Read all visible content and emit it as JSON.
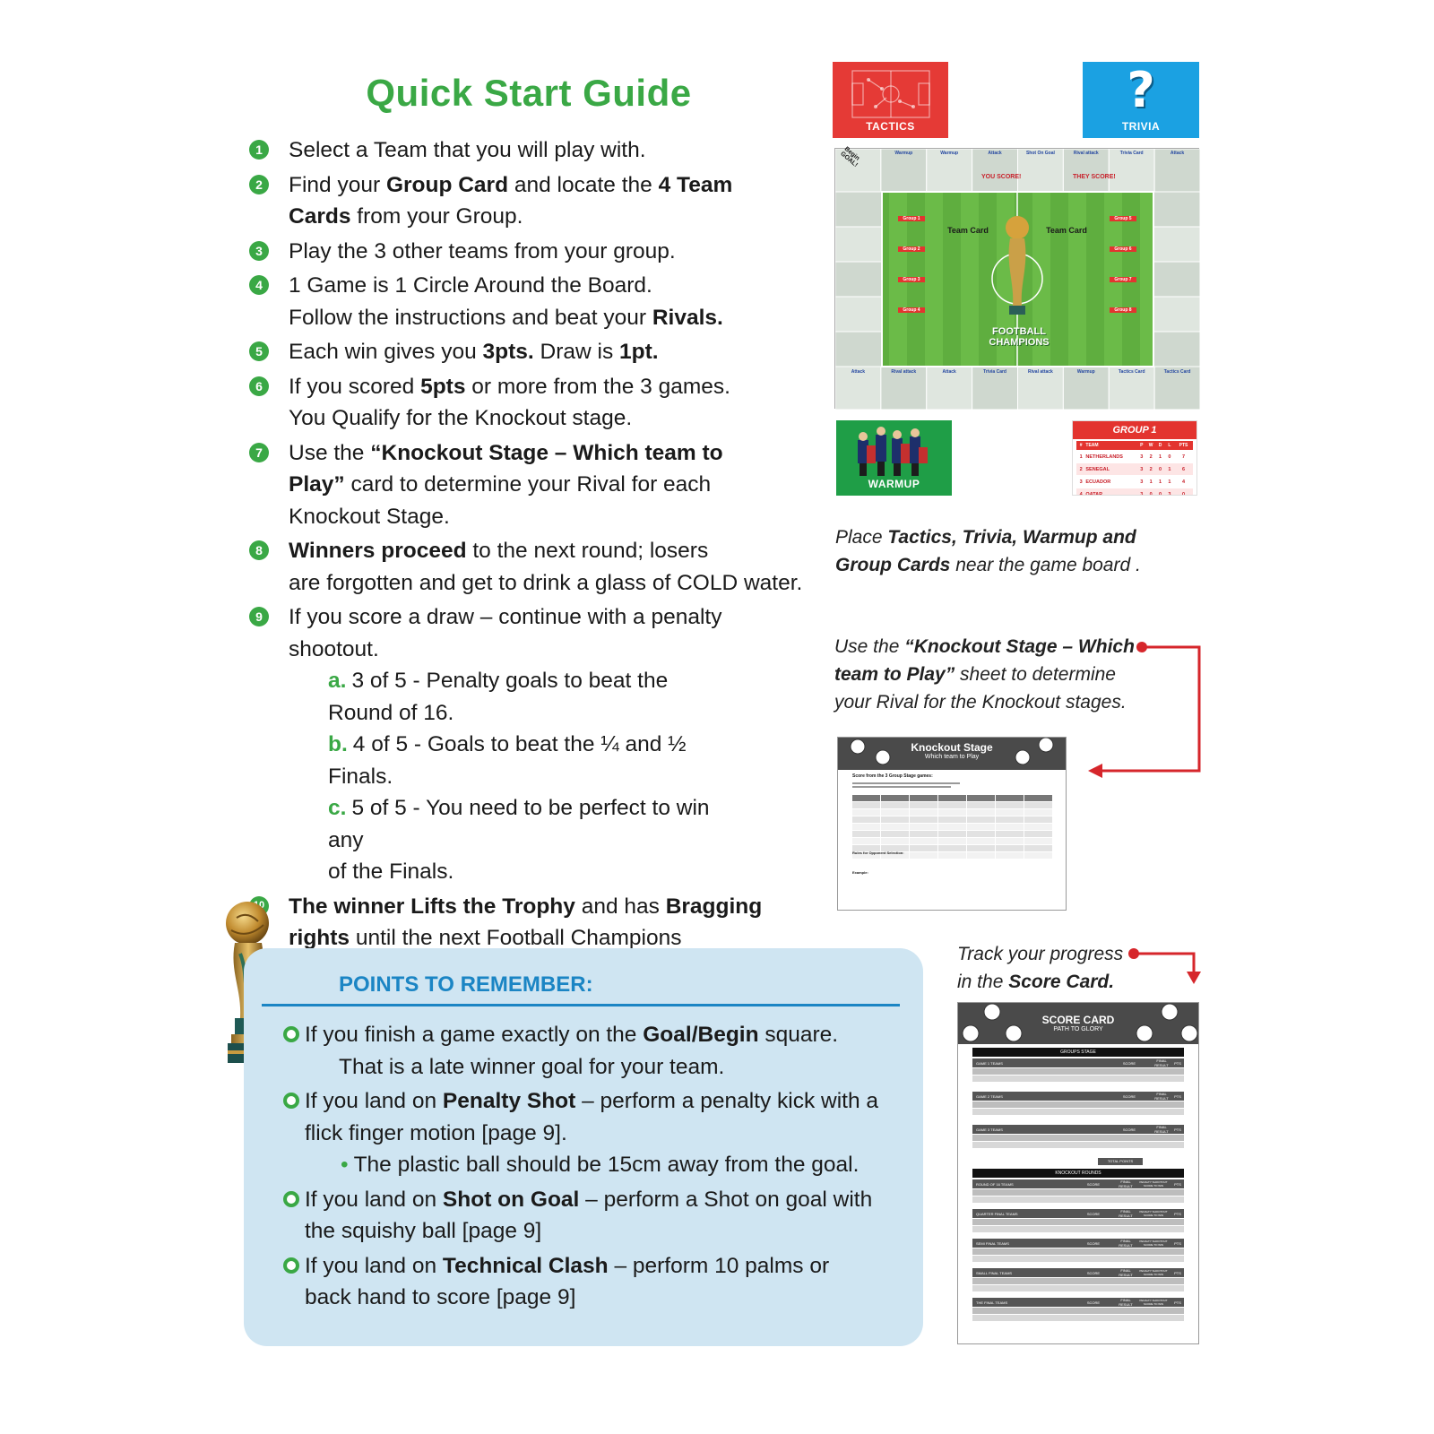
{
  "guide": {
    "title": "Quick Start Guide",
    "steps": [
      {
        "num": "1",
        "segments": [
          {
            "t": "Select a Team that you will play with."
          }
        ]
      },
      {
        "num": "2",
        "segments": [
          {
            "t": "Find your "
          },
          {
            "t": "Group Card",
            "b": true
          },
          {
            "t": " and locate the "
          },
          {
            "t": "4 Team Cards",
            "b": true
          },
          {
            "t": " from your Group."
          }
        ]
      },
      {
        "num": "3",
        "segments": [
          {
            "t": "Play the 3 other teams from your group."
          }
        ]
      },
      {
        "num": "4",
        "segments": [
          {
            "t": "1 Game is 1 Circle Around the Board."
          },
          {
            "br": true
          },
          {
            "t": "Follow the instructions and beat your "
          },
          {
            "t": "Rivals.",
            "b": true
          }
        ]
      },
      {
        "num": "5",
        "segments": [
          {
            "t": "Each win gives you "
          },
          {
            "t": "3pts.",
            "b": true
          },
          {
            "t": " Draw is "
          },
          {
            "t": "1pt.",
            "b": true
          }
        ]
      },
      {
        "num": "6",
        "segments": [
          {
            "t": "If you scored "
          },
          {
            "t": "5pts",
            "b": true
          },
          {
            "t": " or more from the 3 games."
          },
          {
            "br": true
          },
          {
            "t": "You Qualify for the Knockout stage."
          }
        ]
      },
      {
        "num": "7",
        "segments": [
          {
            "t": "Use the "
          },
          {
            "t": "“Knockout Stage – Which team to Play”",
            "b": true
          },
          {
            "t": " card to determine your Rival for each Knockout Stage."
          }
        ]
      },
      {
        "num": "8",
        "segments": [
          {
            "t": "Winners proceed",
            "b": true
          },
          {
            "t": " to the next round; losers"
          },
          {
            "br": true
          },
          {
            "t": "are forgotten and get to drink a glass of COLD water."
          }
        ]
      },
      {
        "num": "9",
        "segments": [
          {
            "t": "If you score a draw – continue with a penalty shootout."
          }
        ],
        "subs": [
          {
            "letter": "a.",
            "text": "3 of 5 - Penalty goals to beat the Round of 16."
          },
          {
            "letter": "b.",
            "text": "4 of 5 - Goals to beat the ¼ and ½ Finals."
          },
          {
            "letter": "c.",
            "text": "5 of 5 - You need to be perfect to win any",
            "cont": "of the Finals."
          }
        ]
      },
      {
        "num": "10",
        "segments": [
          {
            "t": "The winner Lifts the Trophy",
            "b": true
          },
          {
            "t": " and has "
          },
          {
            "t": "Bragging rights",
            "b": true
          },
          {
            "t": " until the next Football Champions Tournament."
          }
        ]
      }
    ]
  },
  "points": {
    "title": "POINTS TO REMEMBER:",
    "items": [
      {
        "segments": [
          {
            "t": "If you finish a game exactly on the "
          },
          {
            "t": "Goal/Begin",
            "b": true
          },
          {
            "t": " square."
          }
        ],
        "indent": "That is a late winner goal for your team."
      },
      {
        "segments": [
          {
            "t": "If you land on "
          },
          {
            "t": "Penalty Shot",
            "b": true
          },
          {
            "t": " – perform a penalty kick with a flick finger motion  [page  9]."
          }
        ],
        "dot_sub": "The plastic ball should be 15cm away from the goal."
      },
      {
        "segments": [
          {
            "t": "If you land on "
          },
          {
            "t": "Shot on Goal",
            "b": true
          },
          {
            "t": " – perform a Shot on goal with the squishy ball [page 9]"
          }
        ]
      },
      {
        "segments": [
          {
            "t": "If you land on "
          },
          {
            "t": "Technical Clash",
            "b": true
          },
          {
            "t": " – perform 10 palms or back hand to score [page 9]"
          }
        ]
      }
    ]
  },
  "cards": {
    "tactics": "TACTICS",
    "trivia": "TRIVIA",
    "trivia_symbol": "?",
    "warmup": "WARMUP",
    "group_title": "GROUP 1",
    "group_header": [
      "#",
      "TEAM",
      "P",
      "W",
      "D",
      "L",
      "PTS"
    ],
    "group_rows": [
      [
        "1",
        "NETHERLANDS",
        "3",
        "2",
        "1",
        "0",
        "7"
      ],
      [
        "2",
        "SENEGAL",
        "3",
        "2",
        "0",
        "1",
        "6"
      ],
      [
        "3",
        "ECUADOR",
        "3",
        "1",
        "1",
        "1",
        "4"
      ],
      [
        "4",
        "QATAR",
        "3",
        "0",
        "0",
        "3",
        "0"
      ]
    ]
  },
  "board": {
    "team_card_1": "Team Card",
    "team_card_2": "Team Card",
    "logo": "FOOTBALL CHAMPIONS",
    "begin": "Begin GOAL!",
    "you_score": "YOU SCORE!",
    "they_score": "THEY SCORE!",
    "groups": [
      "Group 1",
      "Group 2",
      "Group 3",
      "Group 4",
      "Group 5",
      "Group 6",
      "Group 7",
      "Group 8"
    ],
    "top_tiles": [
      "Warmup",
      "Warmup",
      "Attack",
      "Shot On Goal",
      "Rival attack",
      "Trivia Card",
      "Attack"
    ],
    "bottom_tiles": [
      "Attack",
      "Rival attack",
      "Attack",
      "Trivia Card",
      "Rival attack",
      "Warmup",
      "Tactics Card",
      "Tactics Card"
    ]
  },
  "captions": {
    "cards": [
      {
        "t": "Place "
      },
      {
        "t": "Tactics, Trivia, Warmup and Group Cards",
        "b": true
      },
      {
        "t": " near the game board ."
      }
    ],
    "knockout": [
      {
        "t": "Use the "
      },
      {
        "t": "“Knockout Stage – Which team to Play”",
        "b": true
      },
      {
        "t": " sheet to determine your Rival for the Knockout  stages."
      }
    ],
    "score": [
      {
        "t": "Track your progress in the "
      },
      {
        "t": "Score Card.",
        "b": true
      }
    ]
  },
  "knockout_sheet": {
    "title": "Knockout Stage",
    "subtitle": "Which team to Play",
    "heading": "Score from the 3 Group Stage games:",
    "rules_heading": "Rules for Opponent Selection:",
    "example_heading": "Example:"
  },
  "score_card": {
    "title": "SCORE CARD",
    "subtitle": "PATH TO GLORY",
    "groups_stage": "GROUPS STAGE",
    "knockout_rounds": "KNOCKOUT ROUNDS",
    "game_rows": [
      "GAME 1 TEAMS",
      "GAME 2 TEAMS",
      "GAME 3 TEAMS"
    ],
    "knockout_rows": [
      "ROUND OF 16 TEAMS",
      "QUARTER FINAL TEAMS",
      "SEMI FINAL TEAMS",
      "SMALL FINAL TEAMS",
      "THE FINAL TEAMS"
    ],
    "score_label": "SCORE",
    "final_result": "FINAL RESULT",
    "pts": "PTS",
    "shootout": "PENALTY SHOOTOUT SCORE TO WIN",
    "total_points": "TOTAL POINTS"
  },
  "colors": {
    "green": "#3aa845",
    "blue": "#1b85c4",
    "panel": "#cfe5f2",
    "red": "#d6262b"
  }
}
